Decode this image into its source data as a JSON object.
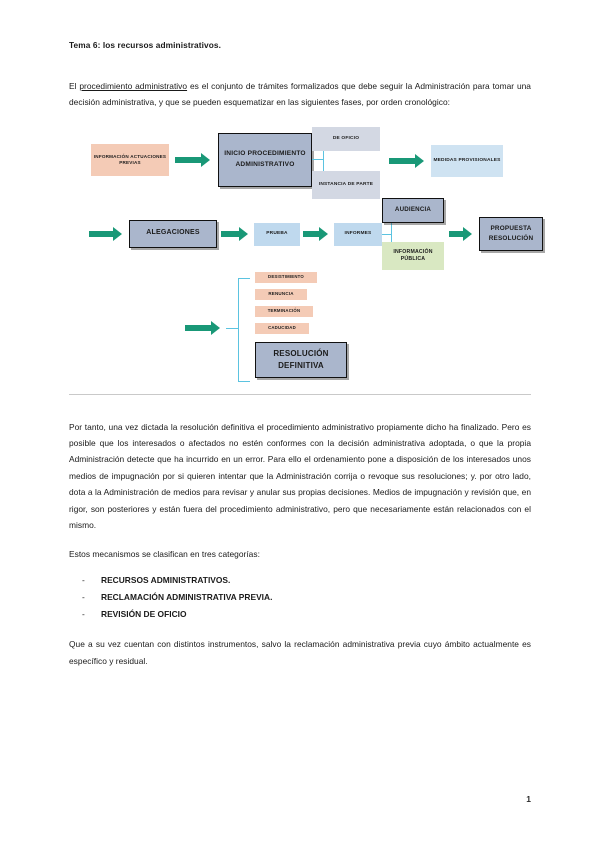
{
  "document": {
    "title": "Tema 6: los recursos administrativos.",
    "page_number": "1",
    "paragraph_1_prefix": "El ",
    "paragraph_1_underlined": "procedimiento administrativo",
    "paragraph_1_rest": " es el conjunto de trámites formalizados que debe seguir la Administración para tomar una decisión administrativa, y que se pueden esquematizar en las siguientes fases, por orden cronológico:",
    "paragraph_2": "Por tanto, una vez dictada la resolución definitiva el procedimiento administrativo propiamente dicho ha finalizado. Pero es posible que los interesados o afectados no estén conformes con la decisión administrativa adoptada, o que la propia Administración detecte que ha incurrido en un error. Para ello el ordenamiento pone a disposición de los interesados unos medios de impugnación por si quieren intentar que la Administración corrija o revoque sus resoluciones; y. por otro lado, dota a la Administración de medios para revisar y anular sus propias decisiones. Medios de impugnación y revisión que, en rigor, son posteriores y están fuera del procedimiento administrativo, pero que necesariamente están relacionados con el mismo.",
    "paragraph_3": "Estos mecanismos se clasifican en tres categorías:",
    "list_marker": "-",
    "list_items": [
      "RECURSOS ADMINISTRATIVOS.",
      "RECLAMACIÓN ADMINISTRATIVA PREVIA.",
      "REVISIÓN DE OFICIO"
    ],
    "paragraph_4": "Que a su vez cuentan con distintos instrumentos, salvo la reclamación administrativa previa cuyo ámbito actualmente es específico y residual."
  },
  "diagram": {
    "colors": {
      "arrow_green": "#199877",
      "connector_blue": "#5bc3e0",
      "peach": "#f4cbb6",
      "steel_blue": "#b9c2d4",
      "light_blue": "#cfe3f2",
      "slate": "#d3d8e3",
      "light_green": "#d9e8c2"
    },
    "nodes": {
      "informacion_previa": "INFORMACIÓN ACTUACIONES PREVIAS",
      "inicio": "INICIO PROCEDIMIENTO ADMINISTRATIVO",
      "de_oficio": "DE OFICIO",
      "instancia_de_parte": "INSTANCIA DE PARTE",
      "medidas_provisionales": "MEDIDAS PROVISIONALES",
      "alegaciones": "ALEGACIONES",
      "prueba": "PRUEBA",
      "informes": "INFORMES",
      "audiencia": "AUDIENCIA",
      "informacion_publica": "INFORMACIÓN PÚBLICA",
      "propuesta_resolucion": "PROPUESTA RESOLUCIÓN",
      "desistimiento": "DESISTIMIENTO",
      "renuncia": "RENUNCIA",
      "terminacion": "TERMINACIÓN",
      "caducidad": "CADUCIDAD",
      "resolucion_definitiva": "RESOLUCIÓN DEFINITIVA"
    }
  }
}
